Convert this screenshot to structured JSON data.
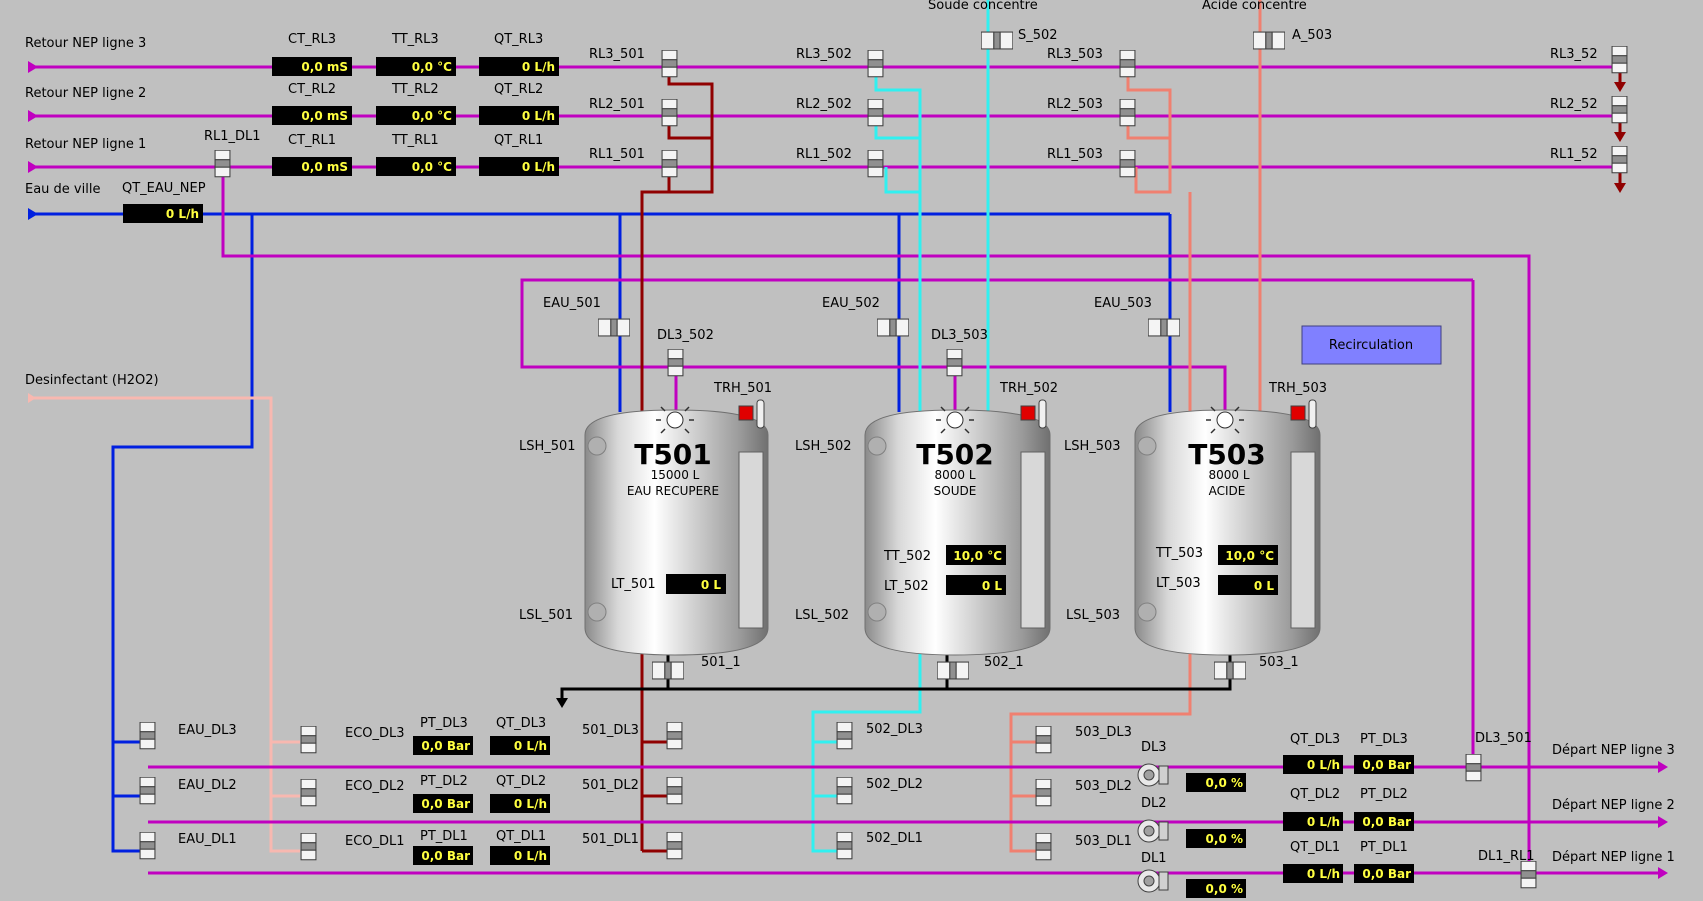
{
  "colors": {
    "background": "#c0c0c0",
    "line_return": "#c000c0",
    "line_water": "#0020e0",
    "line_soude": "#30f0f0",
    "line_acide": "#f08070",
    "line_recup": "#900000",
    "line_desinf": "#f8b8b0",
    "line_drain": "#000000",
    "display_bg": "#000000",
    "display_text": "#ffff40",
    "button_bg": "#8080ff",
    "alarm": "#e00000"
  },
  "labels": {
    "soude_concentre": "Soude concentre",
    "acide_concentre": "Acide concentre",
    "retour3": "Retour NEP ligne 3",
    "retour2": "Retour NEP ligne 2",
    "retour1": "Retour NEP ligne 1",
    "eau_ville": "Eau de ville",
    "desinfectant": "Desinfectant (H2O2)",
    "depart3": "Départ NEP ligne 3",
    "depart2": "Départ NEP ligne 2",
    "depart1": "Départ NEP ligne 1"
  },
  "button": {
    "recirculation": "Recirculation"
  },
  "sensors": {
    "ct_rl3": {
      "name": "CT_RL3",
      "value": "0,0 mS"
    },
    "tt_rl3": {
      "name": "TT_RL3",
      "value": "0,0 °C"
    },
    "qt_rl3": {
      "name": "QT_RL3",
      "value": "0 L/h"
    },
    "ct_rl2": {
      "name": "CT_RL2",
      "value": "0,0 mS"
    },
    "tt_rl2": {
      "name": "TT_RL2",
      "value": "0,0 °C"
    },
    "qt_rl2": {
      "name": "QT_RL2",
      "value": "0 L/h"
    },
    "ct_rl1": {
      "name": "CT_RL1",
      "value": "0,0 mS"
    },
    "tt_rl1": {
      "name": "TT_RL1",
      "value": "0,0 °C"
    },
    "qt_rl1": {
      "name": "QT_RL1",
      "value": "0 L/h"
    },
    "qt_eau_nep": {
      "name": "QT_EAU_NEP",
      "value": "0 L/h"
    },
    "pt_dl3": {
      "name": "PT_DL3",
      "value": "0,0 Bar"
    },
    "qt_dl3a": {
      "name": "QT_DL3",
      "value": "0 L/h"
    },
    "pt_dl2": {
      "name": "PT_DL2",
      "value": "0,0 Bar"
    },
    "qt_dl2a": {
      "name": "QT_DL2",
      "value": "0 L/h"
    },
    "pt_dl1": {
      "name": "PT_DL1",
      "value": "0,0 Bar"
    },
    "qt_dl1a": {
      "name": "QT_DL1",
      "value": "0 L/h"
    },
    "qt_dl3b": {
      "name": "QT_DL3",
      "value": "0 L/h"
    },
    "pt_dl3b": {
      "name": "PT_DL3",
      "value": "0,0 Bar"
    },
    "qt_dl2b": {
      "name": "QT_DL2",
      "value": "0 L/h"
    },
    "pt_dl2b": {
      "name": "PT_DL2",
      "value": "0,0 Bar"
    },
    "qt_dl1b": {
      "name": "QT_DL1",
      "value": "0 L/h"
    },
    "pt_dl1b": {
      "name": "PT_DL1",
      "value": "0,0 Bar"
    },
    "pump_dl3": {
      "name": "DL3",
      "value": "0,0 %"
    },
    "pump_dl2": {
      "name": "DL2",
      "value": "0,0 %"
    },
    "pump_dl1": {
      "name": "DL1",
      "value": "0,0 %"
    }
  },
  "tanks": {
    "t501": {
      "tag": "T501",
      "volume": "15000 L",
      "content": "EAU RECUPERE",
      "trh": "TRH_501",
      "lsh": "LSH_501",
      "lsl": "LSL_501",
      "lt_name": "LT_501",
      "lt_value": "0 L"
    },
    "t502": {
      "tag": "T502",
      "volume": "8000 L",
      "content": "SOUDE",
      "trh": "TRH_502",
      "lsh": "LSH_502",
      "lsl": "LSL_502",
      "tt_name": "TT_502",
      "tt_value": "10,0 °C",
      "lt_name": "LT_502",
      "lt_value": "0 L"
    },
    "t503": {
      "tag": "T503",
      "volume": "8000 L",
      "content": "ACIDE",
      "trh": "TRH_503",
      "lsh": "LSH_503",
      "lsl": "LSL_503",
      "tt_name": "TT_503",
      "tt_value": "10,0 °C",
      "lt_name": "LT_503",
      "lt_value": "0 L"
    }
  },
  "valves": {
    "s_502": "S_502",
    "a_503": "A_503",
    "rl3_501": "RL3_501",
    "rl3_502": "RL3_502",
    "rl3_503": "RL3_503",
    "rl3_52": "RL3_52",
    "rl2_501": "RL2_501",
    "rl2_502": "RL2_502",
    "rl2_503": "RL2_503",
    "rl2_52": "RL2_52",
    "rl1_501": "RL1_501",
    "rl1_502": "RL1_502",
    "rl1_503": "RL1_503",
    "rl1_52": "RL1_52",
    "rl1_dl1": "RL1_DL1",
    "eau_501": "EAU_501",
    "eau_502": "EAU_502",
    "eau_503": "EAU_503",
    "dl3_502": "DL3_502",
    "dl3_503": "DL3_503",
    "v501_1": "501_1",
    "v502_1": "502_1",
    "v503_1": "503_1",
    "eau_dl3": "EAU_DL3",
    "eau_dl2": "EAU_DL2",
    "eau_dl1": "EAU_DL1",
    "eco_dl3": "ECO_DL3",
    "eco_dl2": "ECO_DL2",
    "eco_dl1": "ECO_DL1",
    "v501_dl3": "501_DL3",
    "v501_dl2": "501_DL2",
    "v501_dl1": "501_DL1",
    "v502_dl3": "502_DL3",
    "v502_dl2": "502_DL2",
    "v502_dl1": "502_DL1",
    "v503_dl3": "503_DL3",
    "v503_dl2": "503_DL2",
    "v503_dl1": "503_DL1",
    "dl3_501": "DL3_501",
    "dl1_rl1": "DL1_RL1"
  }
}
